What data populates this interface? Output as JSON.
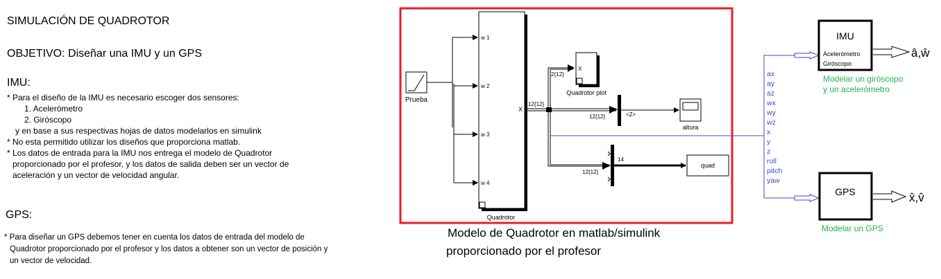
{
  "title": "SIMULACIÓN DE QUADROTOR",
  "objective": "OBJETIVO: Diseñar una IMU y un GPS",
  "imu_section": {
    "heading": "IMU:",
    "lines": [
      "* Para el diseño de la IMU es necesario escoger dos sensores:",
      "1. Acelerómetro",
      "2. Giróscopo",
      "y en base a sus respectivas hojas de datos modelarlos en simulink",
      "* No esta permitido utilizar los diseños que proporciona matlab.",
      "* Los datos de entrada para la IMU nos entrega el modelo de Quadrotor",
      "proporcionado por el profesor, y los datos de salida deben ser un vector de",
      "aceleración y un vector de velocidad angular."
    ]
  },
  "gps_section": {
    "heading": "GPS:",
    "lines": [
      "* Para diseñar un GPS debemos tener en cuenta los datos de entrada del modelo de",
      "Quadrotor proporcionado por el profesor y los datos a obtener son un vector de posición y",
      "un vector de velocidad."
    ]
  },
  "caption": [
    "Modelo de Quadrotor en matlab/simulink",
    "proporcionado por el profesor"
  ],
  "model": {
    "source_label": "Prueba",
    "quadrotor_label": "Quadrotor",
    "inputs": [
      "w 1",
      "w 2",
      "w 3",
      "w 4"
    ],
    "output_port": "X",
    "plot_label": "Quadrotor plot",
    "plot_port": "X",
    "signal_dims": [
      "12{12}",
      "2{12}",
      "12{12}",
      "12{12}"
    ],
    "selector_signal": "<Z>",
    "scope_label": "altura",
    "mux_width": "14",
    "workspace_label": "quad"
  },
  "bus_signals": [
    "ax",
    "ay",
    "az",
    "wx",
    "wy",
    "wz",
    "x",
    "y",
    "z",
    "roll",
    "pitch",
    "yaw"
  ],
  "imu_block": {
    "title": "IMU",
    "lines": [
      "Acelerómetro",
      "Giróscopo"
    ],
    "output": "â,ŵ",
    "note": [
      "Modelar un giróscopo",
      "y un acelerómetro"
    ]
  },
  "gps_block": {
    "title": "GPS",
    "output": "x̂,v̂",
    "note": "Modelar un GPS"
  },
  "colors": {
    "frame": "#ed1c24",
    "bus": "#3f48cc",
    "note": "#22b14c"
  }
}
